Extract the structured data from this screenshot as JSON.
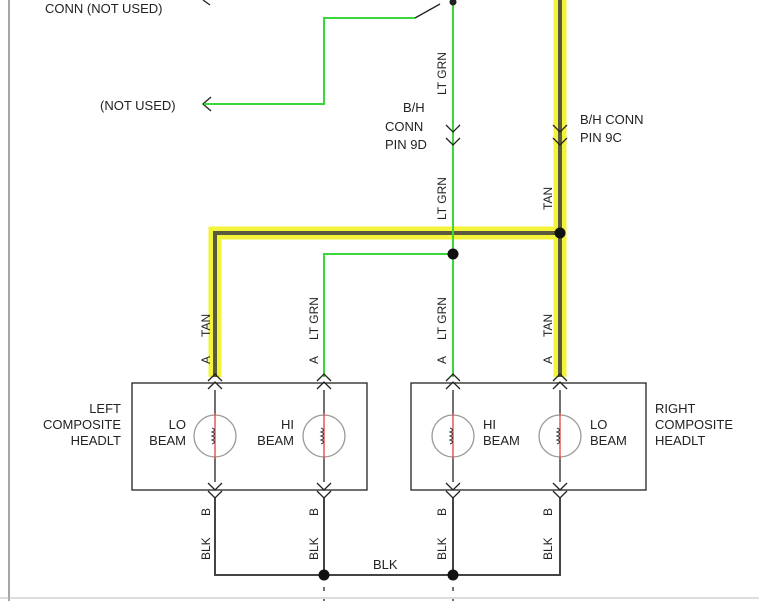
{
  "top": {
    "conn_not_used": "CONN (NOT USED)",
    "not_used": "(NOT USED)"
  },
  "connectors": {
    "bh_conn_9d": [
      "B/H",
      "CONN",
      "PIN 9D"
    ],
    "bh_conn_9c": [
      "B/H CONN",
      "PIN 9C"
    ]
  },
  "wires": {
    "lt_grn": "LT GRN",
    "tan": "TAN",
    "blk": "BLK"
  },
  "pins": {
    "a": "A",
    "b": "B"
  },
  "left_headlamp": {
    "name": [
      "LEFT",
      "COMPOSITE",
      "HEADLT"
    ],
    "lo_beam": [
      "LO",
      "BEAM"
    ],
    "hi_beam": [
      "HI",
      "BEAM"
    ]
  },
  "right_headlamp": {
    "name": [
      "RIGHT",
      "COMPOSITE",
      "HEADLT"
    ],
    "hi_beam": [
      "HI",
      "BEAM"
    ],
    "lo_beam": [
      "LO",
      "BEAM"
    ]
  },
  "colors": {
    "highlight": "#f3f33a",
    "tan_wire": "#5c5a3e",
    "lt_grn_wire": "#3ad63a",
    "blk_wire": "#444444"
  }
}
